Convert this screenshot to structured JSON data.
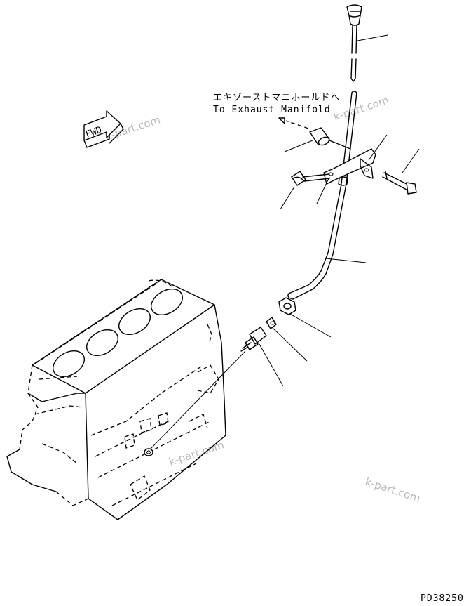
{
  "annotation": {
    "japanese": "エキゾーストマニホールドへ",
    "english": "To Exhaust Manifold"
  },
  "fwd_label": "FWD",
  "watermarks": [
    "k-part.com",
    "k-part.com",
    "k-part.com",
    "k-part.com"
  ],
  "drawing_code": "PD38250"
}
